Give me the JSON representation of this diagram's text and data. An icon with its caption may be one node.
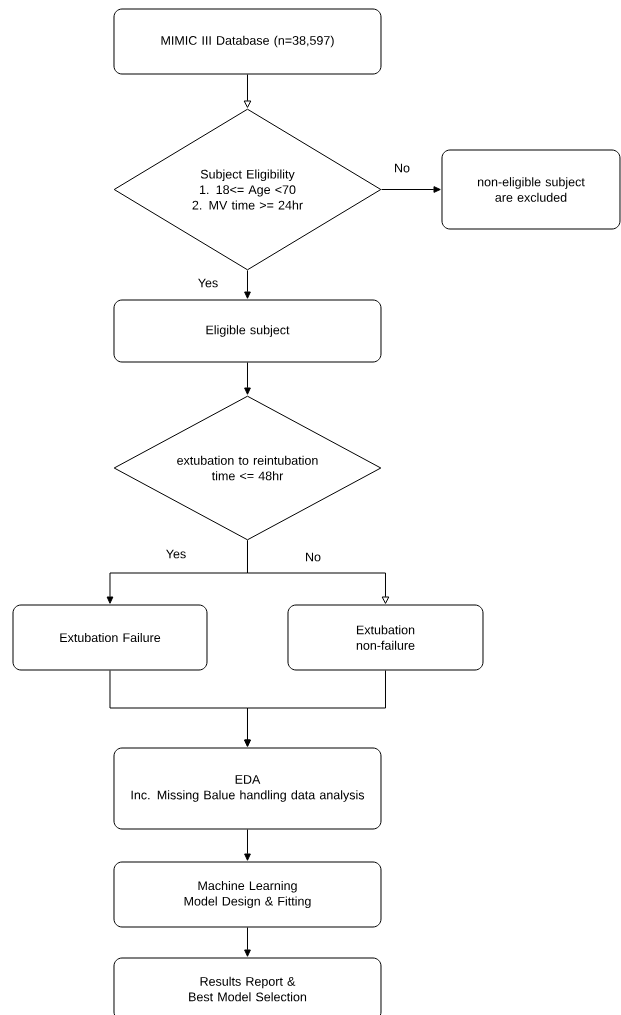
{
  "diagram": {
    "nodes": [
      {
        "text": [
          "MIMIC III Database (n=38,597)"
        ]
      },
      {
        "text": [
          "Subject Eligibility",
          "1. 18<= Age <70",
          "2. MV time >= 24hr"
        ]
      },
      {
        "text": [
          "non-eligible subject are excluded"
        ]
      },
      {
        "text": [
          "Eligible subject"
        ]
      },
      {
        "text": [
          "extubation to reintubation time <= 48hr"
        ]
      },
      {
        "text": [
          "Extubation Failure"
        ]
      },
      {
        "text": [
          "Extubation non-failure"
        ]
      },
      {
        "text": [
          "EDA",
          "Inc. Missing Balue handling data analysis"
        ]
      },
      {
        "text": [
          "Machine Learning Model Design & Fitting"
        ]
      },
      {
        "text": [
          "Results Report & Best Model Selection"
        ]
      }
    ],
    "edges": [
      {
        "from": 0,
        "to": 1,
        "arrow": "to"
      },
      {
        "from": 1,
        "to": 2,
        "arrow": "to",
        "label": "No"
      },
      {
        "from": 1,
        "to": 3,
        "arrow": "to",
        "label": "Yes"
      },
      {
        "from": 3,
        "to": 4,
        "arrow": "to"
      },
      {
        "from": 4,
        "to": 5,
        "arrow": "to",
        "label": "Yes"
      },
      {
        "from": 4,
        "to": 6,
        "arrow": "to",
        "label": "No"
      },
      {
        "from": 5,
        "to": 7,
        "arrow": "to"
      },
      {
        "from": 6,
        "to": 7,
        "arrow": "to"
      },
      {
        "from": 7,
        "to": 8,
        "arrow": "to"
      },
      {
        "from": 8,
        "to": 9,
        "arrow": "to"
      }
    ]
  }
}
